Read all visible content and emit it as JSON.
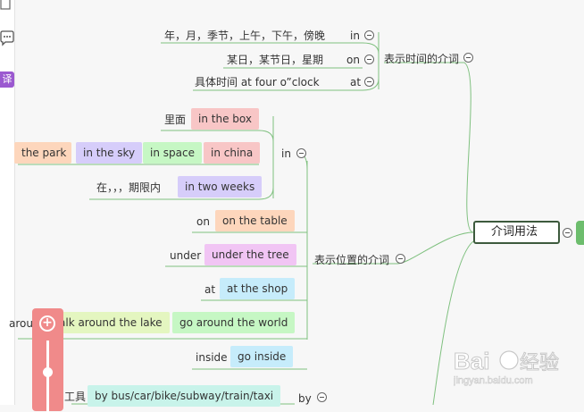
{
  "toolbar": {
    "icons": [
      "document-icon",
      "chat-bubble-icon",
      "translate-icon"
    ],
    "translate_label": "译"
  },
  "root": {
    "label": "介词用法",
    "accent": "#3d5a3d"
  },
  "time": {
    "title": "表示时间的介词",
    "rows": [
      {
        "desc": "年，月，季节，上午，下午，傍晚",
        "prep": "in"
      },
      {
        "desc": "某日，某节日，星期",
        "prep": "on"
      },
      {
        "desc": "具体时间  at four o”clock",
        "prep": "at"
      }
    ]
  },
  "place": {
    "title": "表示位置的介词",
    "in_group": {
      "prep": "in",
      "inside_label": "里面",
      "inside_example": "in the box",
      "examples": [
        "the park",
        "in the sky",
        "in space",
        "in china"
      ],
      "period_label": "在，，，期限内",
      "period_example": "in two weeks"
    },
    "on": {
      "label": "on",
      "example": "on the table"
    },
    "under": {
      "label": "under",
      "example": "under the tree"
    },
    "at": {
      "label": "at",
      "example": "at the shop"
    },
    "around": {
      "label": "arour",
      "examples": [
        "alk around the lake",
        "go around the world"
      ]
    },
    "inside": {
      "label": "inside",
      "example": "go inside"
    }
  },
  "transport": {
    "label": "工具",
    "example": "by bus/car/bike/subway/train/taxi",
    "prep": "by"
  },
  "zoom": {
    "plus_label": "+",
    "level": 0.5
  },
  "watermark": {
    "brand": "Baidu经验",
    "sub": "jingyan.baidu.com"
  }
}
